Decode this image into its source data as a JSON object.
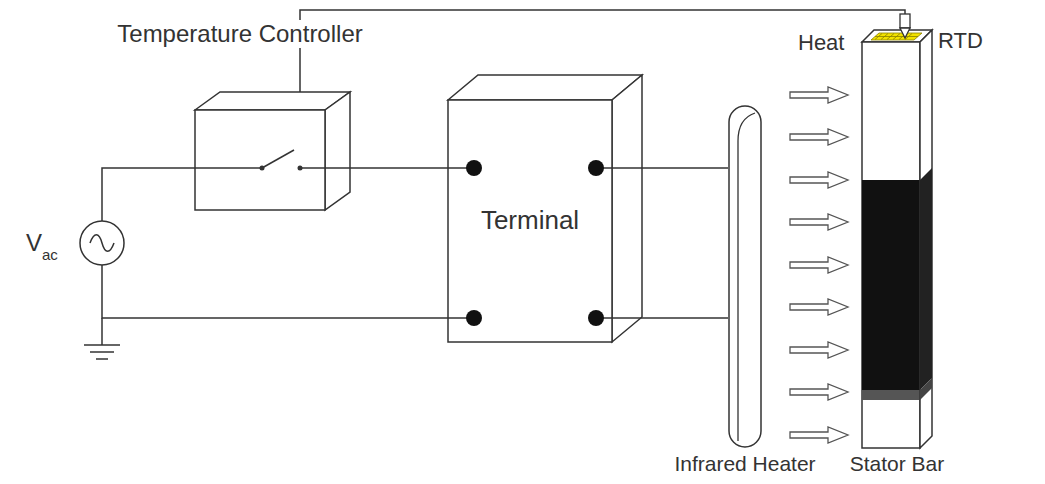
{
  "diagram": {
    "nodes": [
      {
        "text": [
          "Temperature Controller"
        ]
      },
      {
        "text": [
          "Terminal"
        ]
      },
      {
        "text": [
          "Infrared Heater"
        ]
      },
      {
        "text": [
          "Stator Bar"
        ]
      }
    ],
    "edges": [
      {
        "from": 0,
        "to": 1,
        "arrow": "none"
      },
      {
        "from": 1,
        "to": 2,
        "arrow": "none"
      },
      {
        "from": 1,
        "to": 2,
        "arrow": "none"
      },
      {
        "from": 3,
        "to": 0,
        "arrow": "none"
      }
    ],
    "labels": [
      "V",
      "ac",
      "Heat",
      "RTD"
    ]
  }
}
